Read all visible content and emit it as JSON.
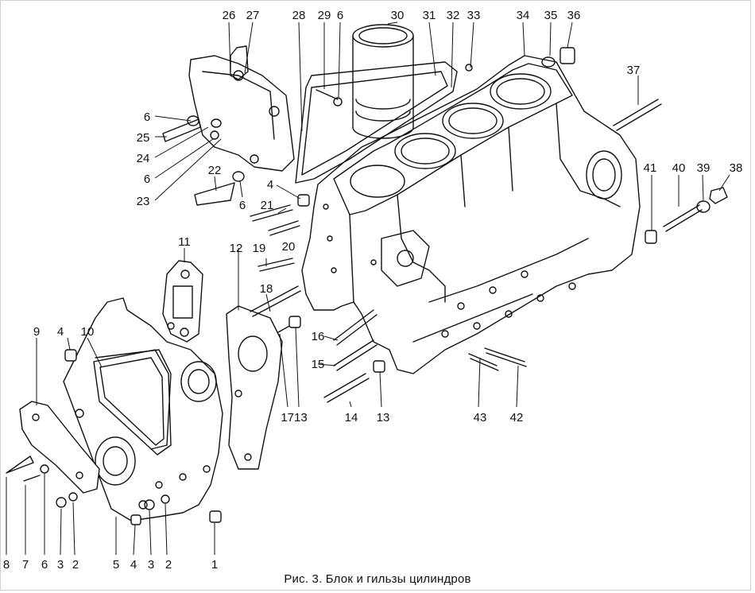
{
  "caption": "Рис. 3. Блок и гильзы цилиндров",
  "labels": [
    {
      "key": "26",
      "text": "26"
    },
    {
      "key": "27",
      "text": "27"
    },
    {
      "key": "28",
      "text": "28"
    },
    {
      "key": "29",
      "text": "29"
    },
    {
      "key": "6a",
      "text": "6"
    },
    {
      "key": "30",
      "text": "30"
    },
    {
      "key": "31",
      "text": "31"
    },
    {
      "key": "32",
      "text": "32"
    },
    {
      "key": "33",
      "text": "33"
    },
    {
      "key": "34",
      "text": "34"
    },
    {
      "key": "35",
      "text": "35"
    },
    {
      "key": "36",
      "text": "36"
    },
    {
      "key": "37",
      "text": "37"
    },
    {
      "key": "6b",
      "text": "6"
    },
    {
      "key": "25",
      "text": "25"
    },
    {
      "key": "24",
      "text": "24"
    },
    {
      "key": "6c",
      "text": "6"
    },
    {
      "key": "23",
      "text": "23"
    },
    {
      "key": "22",
      "text": "22"
    },
    {
      "key": "6d",
      "text": "6"
    },
    {
      "key": "4a",
      "text": "4"
    },
    {
      "key": "21",
      "text": "21"
    },
    {
      "key": "20",
      "text": "20"
    },
    {
      "key": "41",
      "text": "41"
    },
    {
      "key": "40",
      "text": "40"
    },
    {
      "key": "39",
      "text": "39"
    },
    {
      "key": "38",
      "text": "38"
    },
    {
      "key": "11",
      "text": "11"
    },
    {
      "key": "12",
      "text": "12"
    },
    {
      "key": "19",
      "text": "19"
    },
    {
      "key": "18",
      "text": "18"
    },
    {
      "key": "9",
      "text": "9"
    },
    {
      "key": "4b",
      "text": "4"
    },
    {
      "key": "10",
      "text": "10"
    },
    {
      "key": "16",
      "text": "16"
    },
    {
      "key": "15",
      "text": "15"
    },
    {
      "key": "17-13",
      "text": "1713"
    },
    {
      "key": "14",
      "text": "14"
    },
    {
      "key": "13",
      "text": "13"
    },
    {
      "key": "43",
      "text": "43"
    },
    {
      "key": "42",
      "text": "42"
    },
    {
      "key": "8",
      "text": "8"
    },
    {
      "key": "7",
      "text": "7"
    },
    {
      "key": "6e",
      "text": "6"
    },
    {
      "key": "3a",
      "text": "3"
    },
    {
      "key": "2a",
      "text": "2"
    },
    {
      "key": "5",
      "text": "5"
    },
    {
      "key": "4c",
      "text": "4"
    },
    {
      "key": "3b",
      "text": "3"
    },
    {
      "key": "2b",
      "text": "2"
    },
    {
      "key": "1",
      "text": "1"
    }
  ]
}
